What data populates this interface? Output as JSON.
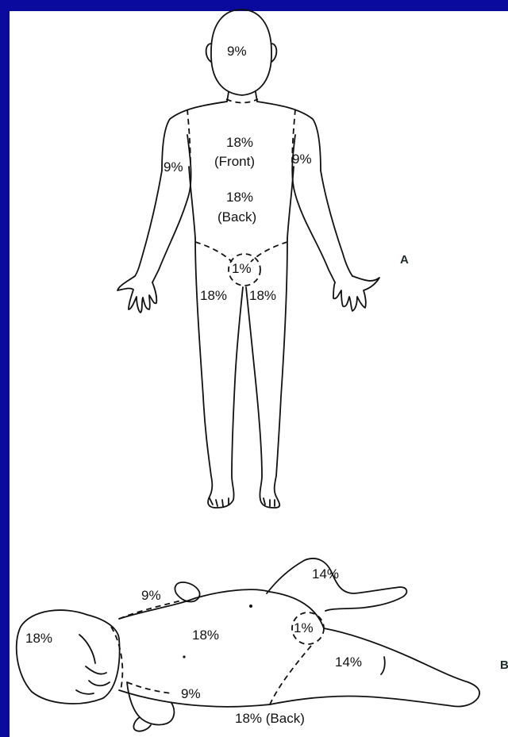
{
  "figure_a": {
    "letter": "A",
    "head": "9%",
    "trunk_front": "18%",
    "trunk_front_note": "(Front)",
    "trunk_back": "18%",
    "trunk_back_note": "(Back)",
    "arm_right": "9%",
    "arm_left": "9%",
    "genital": "1%",
    "leg_right": "18%",
    "leg_left": "18%"
  },
  "figure_b": {
    "letter": "B",
    "head": "18%",
    "arm_upper": "9%",
    "trunk": "18%",
    "genital": "1%",
    "leg_upper": "14%",
    "leg_lower": "14%",
    "arm_lower": "9%",
    "back": "18% (Back)"
  }
}
